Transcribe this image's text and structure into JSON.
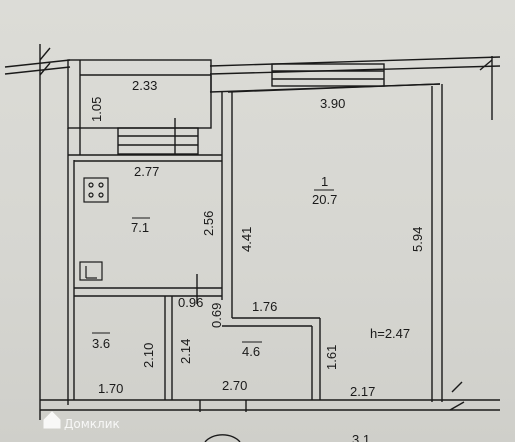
{
  "plan": {
    "rooms": [
      {
        "number": "1",
        "area": "20.7"
      },
      {
        "area": "7.1"
      },
      {
        "area": "3.6"
      },
      {
        "area": "4.6"
      }
    ],
    "dimensions": {
      "balcony_width": "2.33",
      "balcony_depth": "1.05",
      "room1_width": "3.90",
      "room1_length": "5.94",
      "kitchen_width": "2.77",
      "kitchen_depth": "2.56",
      "partition": "4.41",
      "small1": "0.96",
      "small2": "0.69",
      "hall_top": "1.76",
      "hall_right": "1.61",
      "bath_height_a": "2.10",
      "bath_height_b": "2.14",
      "bath_width": "1.70",
      "hall_width": "2.70",
      "right_bottom": "2.17",
      "bottom_partial": "3.1"
    },
    "ceiling_height": "h=2.47",
    "watermark": "Домклик"
  },
  "colors": {
    "wall": "#1a1a1a",
    "paper": "#d9d9d4",
    "line": "#2a2a2a"
  }
}
